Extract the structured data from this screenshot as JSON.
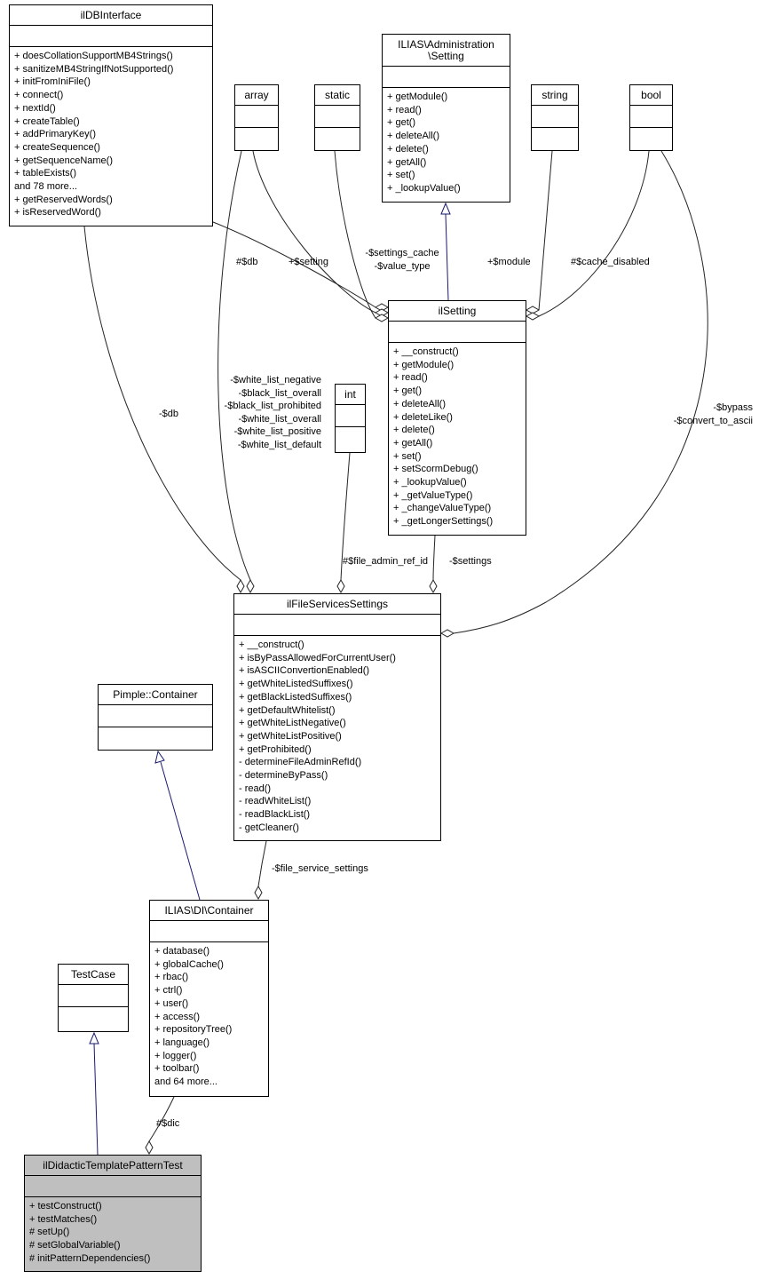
{
  "diagram": {
    "kind": "uml-collaboration-diagram",
    "colors": {
      "inheritance_edge": "#191970",
      "member_edge": "#242424",
      "box_border": "#000000",
      "box_fill": "#ffffff",
      "highlight_fill": "#bfbfbf"
    }
  },
  "classes": {
    "ildbinterface": {
      "name": "ilDBInterface",
      "methods": [
        "+ doesCollationSupportMB4Strings()",
        "+ sanitizeMB4StringIfNotSupported()",
        "+ initFromIniFile()",
        "+ connect()",
        "+ nextId()",
        "+ createTable()",
        "+ addPrimaryKey()",
        "+ createSequence()",
        "+ getSequenceName()",
        "+ tableExists()",
        "and 78 more...",
        "+ getReservedWords()",
        "+ isReservedWord()"
      ]
    },
    "array": {
      "name": "array"
    },
    "static": {
      "name": "static"
    },
    "admin_setting": {
      "name": [
        "ILIAS\\Administration",
        "\\Setting"
      ],
      "methods": [
        "+ getModule()",
        "+ read()",
        "+ get()",
        "+ deleteAll()",
        "+ delete()",
        "+ getAll()",
        "+ set()",
        "+ _lookupValue()"
      ]
    },
    "string": {
      "name": "string"
    },
    "bool": {
      "name": "bool"
    },
    "ilsetting": {
      "name": "ilSetting",
      "methods": [
        "+ __construct()",
        "+ getModule()",
        "+ read()",
        "+ get()",
        "+ deleteAll()",
        "+ deleteLike()",
        "+ delete()",
        "+ getAll()",
        "+ set()",
        "+ setScormDebug()",
        "+ _lookupValue()",
        "+ _getValueType()",
        "+ _changeValueType()",
        "+ _getLongerSettings()"
      ]
    },
    "int": {
      "name": "int"
    },
    "ilfileservicessettings": {
      "name": "ilFileServicesSettings",
      "methods": [
        "+ __construct()",
        "+ isByPassAllowedForCurrentUser()",
        "+ isASCIIConvertionEnabled()",
        "+ getWhiteListedSuffixes()",
        "+ getBlackListedSuffixes()",
        "+ getDefaultWhitelist()",
        "+ getWhiteListNegative()",
        "+ getWhiteListPositive()",
        "+ getProhibited()",
        "- determineFileAdminRefId()",
        "- determineByPass()",
        "- read()",
        "- readWhiteList()",
        "- readBlackList()",
        "- getCleaner()"
      ]
    },
    "pimple_container": {
      "name": "Pimple::Container"
    },
    "di_container": {
      "name": "ILIAS\\DI\\Container",
      "methods": [
        "+ database()",
        "+ globalCache()",
        "+ rbac()",
        "+ ctrl()",
        "+ user()",
        "+ access()",
        "+ repositoryTree()",
        "+ language()",
        "+ logger()",
        "+ toolbar()",
        "and 64 more..."
      ]
    },
    "testcase": {
      "name": "TestCase"
    },
    "ildidactictemplatepatterntest": {
      "name": "ilDidacticTemplatePatternTest",
      "methods": [
        "+ testConstruct()",
        "+ testMatches()",
        "# setUp()",
        "# setGlobalVariable()",
        "# initPatternDependencies()"
      ]
    }
  },
  "edge_labels": {
    "db_setting": "#$db",
    "setting_member": "+$setting",
    "settings_cache": [
      "-$settings_cache",
      "-$value_type"
    ],
    "module": "+$module",
    "cache_disabled": "#$cache_disabled",
    "db_fss": "-$db",
    "white_lists": [
      "-$white_list_negative",
      "-$black_list_overall",
      "-$black_list_prohibited",
      "-$white_list_overall",
      "-$white_list_positive",
      "-$white_list_default"
    ],
    "bypass": [
      "-$bypass",
      "-$convert_to_ascii"
    ],
    "file_admin_ref_id": "#$file_admin_ref_id",
    "settings": "-$settings",
    "file_service_settings": "-$file_service_settings",
    "dic": "#$dic"
  }
}
